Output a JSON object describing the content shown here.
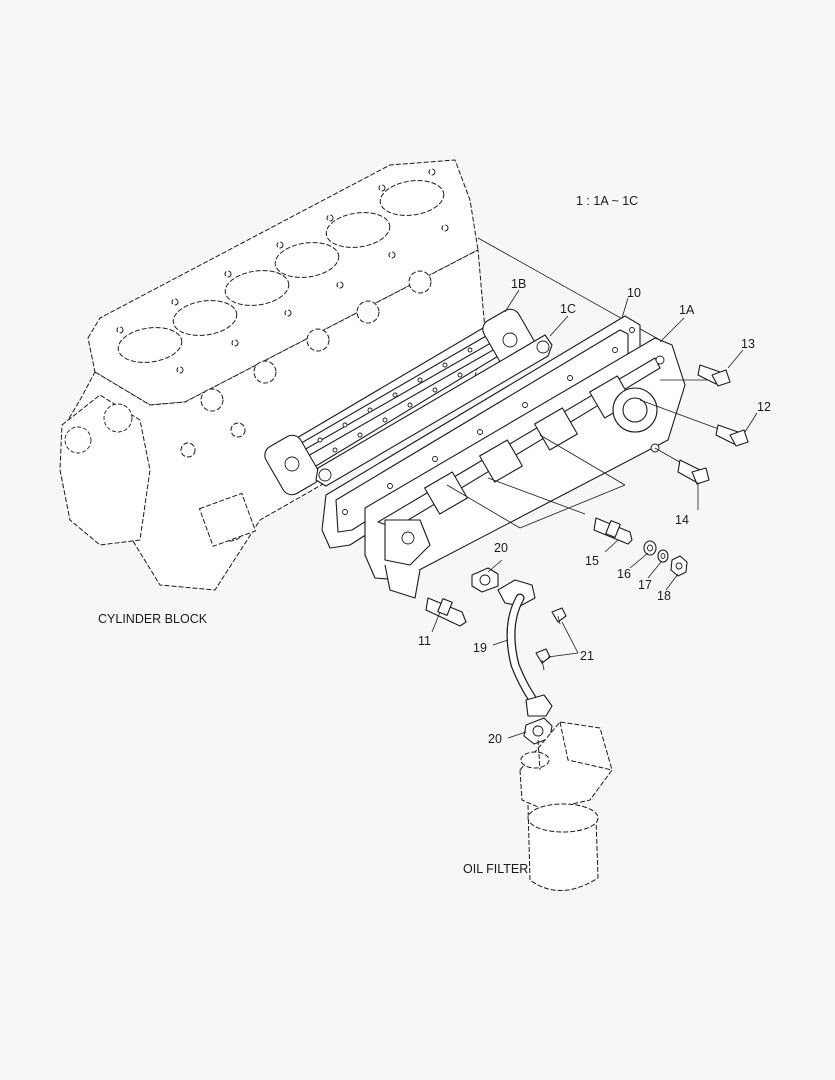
{
  "diagram": {
    "note": "1 : 1A ~ 1C",
    "captions": {
      "cylinder_block": "CYLINDER BLOCK",
      "oil_filter": "OIL FILTER"
    },
    "callouts": {
      "c1A": "1A",
      "c1B": "1B",
      "c1C": "1C",
      "c10": "10",
      "c11": "11",
      "c12": "12",
      "c13": "13",
      "c14": "14",
      "c15": "15",
      "c16": "16",
      "c17": "17",
      "c18": "18",
      "c19": "19",
      "c20a": "20",
      "c20b": "20",
      "c21": "21"
    }
  }
}
